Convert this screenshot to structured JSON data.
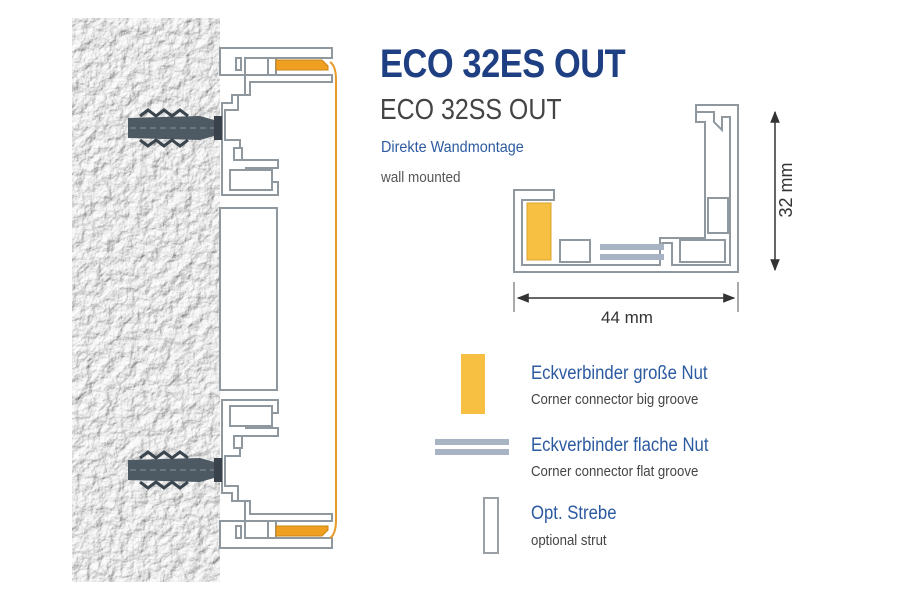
{
  "title": "ECO 32ES OUT",
  "subtitle": "ECO 32SS OUT",
  "mount": {
    "de": "Direkte Wandmontage",
    "en": "wall mounted"
  },
  "dimensions": {
    "height": "32 mm",
    "width": "44 mm"
  },
  "legend": [
    {
      "de": "Eckverbinder große Nut",
      "en": "Corner connector big groove",
      "icon": "big-groove-connector-icon"
    },
    {
      "de": "Eckverbinder flache Nut",
      "en": "Corner connector flat groove",
      "icon": "flat-groove-connector-icon"
    },
    {
      "de": "Opt. Strebe",
      "en": "optional strut",
      "icon": "optional-strut-icon"
    }
  ],
  "colors": {
    "title": "#1f3f83",
    "accent_blue": "#2c5aa0",
    "connector_orange": "#f0a020",
    "connector_yellow": "#f7c043",
    "connector_flat": "#a8b4c4",
    "profile_stroke": "#8f979f",
    "wall": "#e2e4e6"
  }
}
